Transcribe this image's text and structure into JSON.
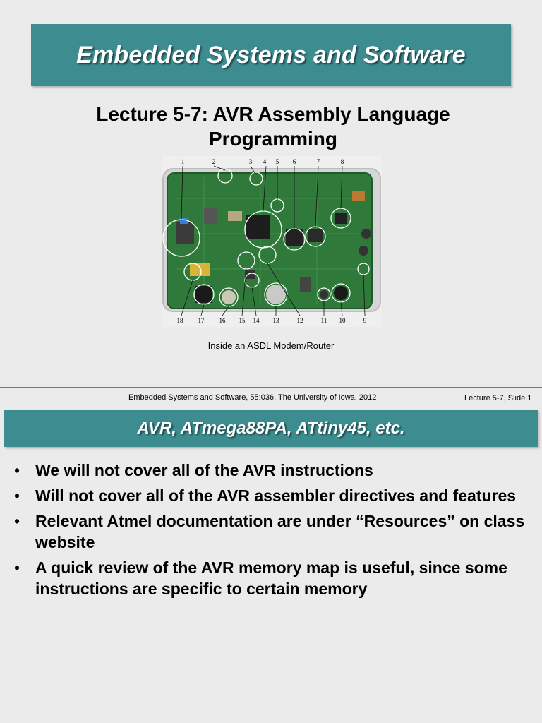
{
  "slide1": {
    "title": "Embedded Systems and Software",
    "subtitle": "Lecture 5-7: AVR Assembly Language Programming",
    "photo_caption": "Inside an ASDL Modem/Router",
    "photo_labels": [
      "1",
      "2",
      "3",
      "4",
      "5",
      "6",
      "7",
      "8",
      "9",
      "10",
      "11",
      "12",
      "13",
      "14",
      "15",
      "16",
      "17",
      "18"
    ],
    "footer_left": "Embedded Systems and Software, 55:036.  The University of Iowa, 2012",
    "footer_right": "Lecture 5-7, Slide 1"
  },
  "slide2": {
    "title": "AVR, ATmega88PA, ATtiny45, etc.",
    "bullet_marker": "•",
    "bullets": [
      "We will not cover all of the AVR instructions",
      "Will not cover all of the AVR assembler directives and features",
      "Relevant Atmel documentation are under “Resources” on class website",
      "A quick review of the AVR memory map is useful, since some instructions are specific to certain memory"
    ]
  },
  "colors": {
    "banner": "#3c8c90",
    "background": "#ebebeb",
    "pcb": "#2f7a3a"
  }
}
